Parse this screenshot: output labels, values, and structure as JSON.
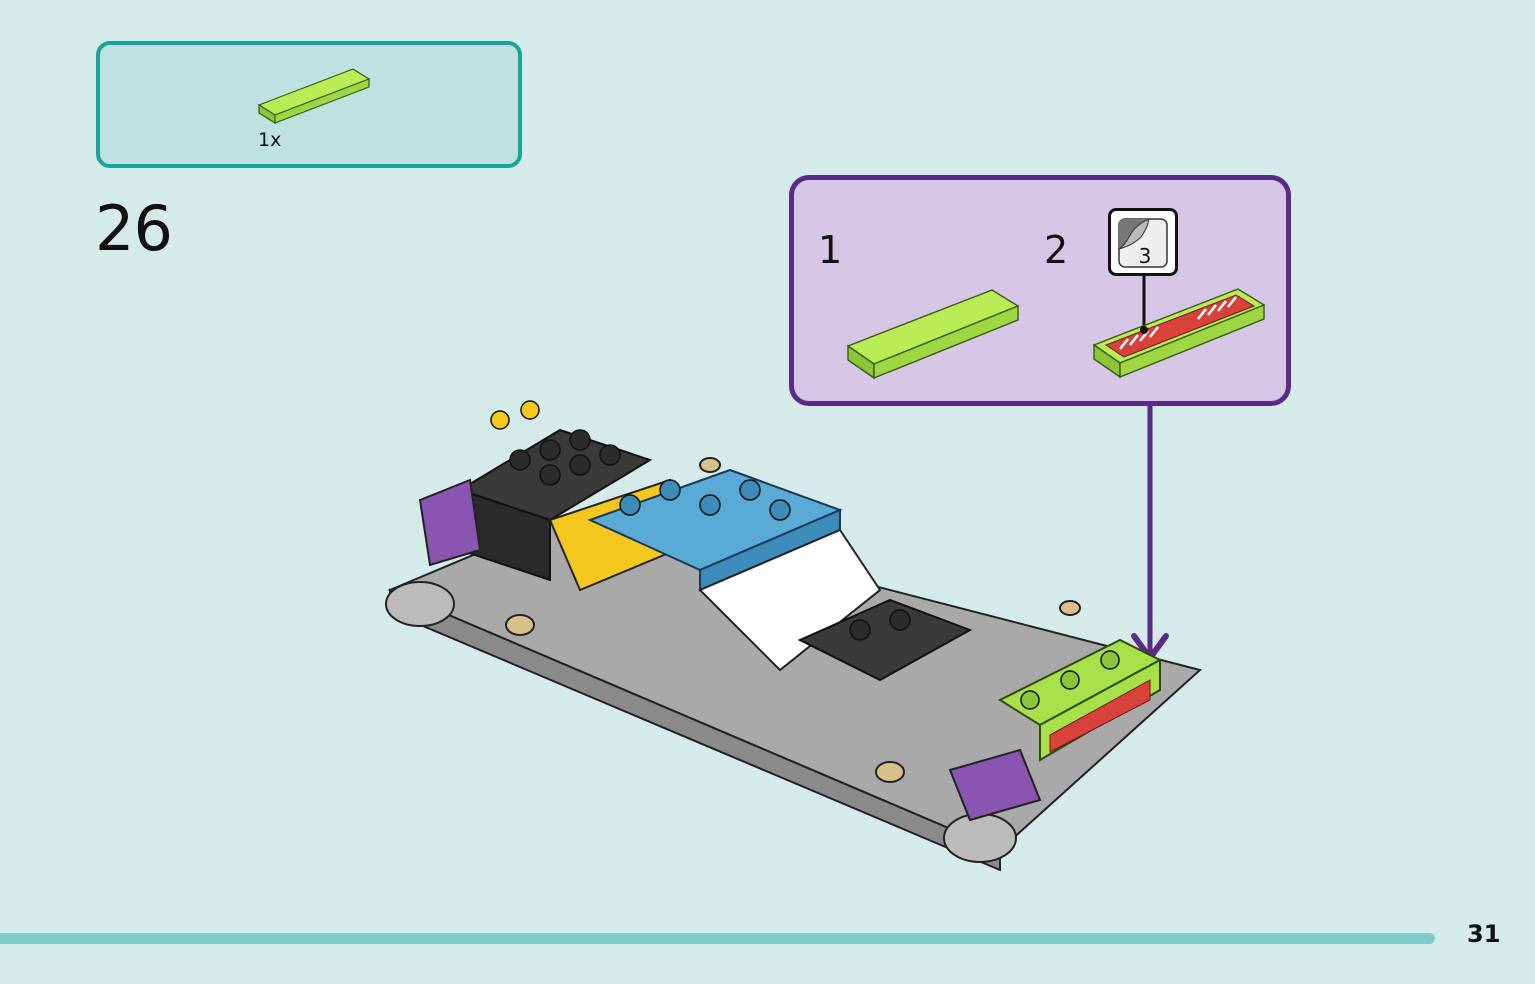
{
  "parts_list": {
    "items": [
      {
        "quantity": "1x",
        "part_icon": "lime-tile-1x4-icon",
        "color": "#a8e04a"
      }
    ]
  },
  "step": {
    "number": "26"
  },
  "callout": {
    "substeps": [
      {
        "number": "1",
        "part_icon": "lime-tile-1x4-icon"
      },
      {
        "number": "2",
        "part_icon": "lime-tile-with-sticker-icon",
        "sticker_number": "3"
      }
    ]
  },
  "page": {
    "number": "31"
  },
  "colors": {
    "background": "#d5ebe9",
    "parts_box_border": "#1aa39a",
    "parts_box_fill": "#bde2e0",
    "callout_border": "#5a2a86",
    "callout_fill": "#d5c6e5",
    "lime": "#a8e04a",
    "arrow": "#5a2a86",
    "bottom_bar": "#7ecbc8"
  }
}
